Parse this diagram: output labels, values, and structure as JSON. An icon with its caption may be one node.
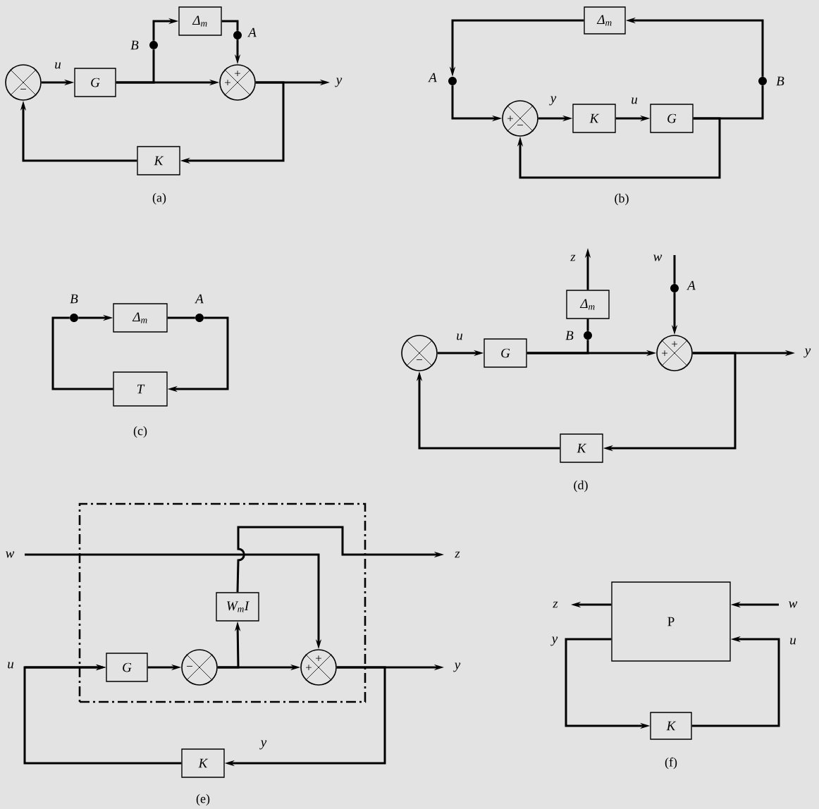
{
  "diagram": {
    "nodes": [
      {
        "text": [
          "−"
        ]
      },
      {
        "text": [
          "G"
        ]
      },
      {
        "text": [],
        "shape": "circle",
        "beside": [
          "B"
        ]
      },
      {
        "text": [
          "Δ$_{m}$"
        ]
      },
      {
        "text": [],
        "shape": "circle",
        "beside": [
          "A"
        ]
      },
      {
        "text": [
          "+",
          "+"
        ]
      },
      {
        "text": [
          "K"
        ]
      },
      {
        "text": [
          "Δ$_{m}$"
        ]
      },
      {
        "text": [],
        "shape": "circle",
        "beside": [
          "A"
        ]
      },
      {
        "text": [],
        "shape": "circle",
        "beside": [
          "B"
        ]
      },
      {
        "text": [
          "+",
          "−"
        ]
      },
      {
        "text": [
          "K"
        ]
      },
      {
        "text": [
          "G"
        ]
      },
      {
        "text": [],
        "shape": "circle",
        "beside": [
          "B"
        ]
      },
      {
        "text": [
          "Δ$_{m}$"
        ]
      },
      {
        "text": [],
        "shape": "circle",
        "beside": [
          "A"
        ]
      },
      {
        "text": [
          "T"
        ]
      },
      {
        "text": [
          "−"
        ]
      },
      {
        "text": [
          "G"
        ]
      },
      {
        "text": [
          "Δ$_{m}$"
        ]
      },
      {
        "text": [],
        "shape": "circle",
        "beside": [
          "B"
        ]
      },
      {
        "text": [],
        "shape": "circle",
        "beside": [
          "A"
        ]
      },
      {
        "text": [
          "+",
          "+"
        ]
      },
      {
        "text": [
          "K"
        ]
      },
      {
        "text": [],
        "shape": "box"
      },
      {
        "text": [
          "W$_{m}$I"
        ],
        "in": 24
      },
      {
        "text": [
          "G"
        ],
        "in": 24
      },
      {
        "text": [
          "−"
        ],
        "in": 24
      },
      {
        "text": [
          "+",
          "+"
        ],
        "in": 24
      },
      {
        "text": [
          "K"
        ]
      },
      {
        "text": [
          "P"
        ]
      },
      {
        "text": [
          "K"
        ]
      }
    ],
    "edges": [
      {
        "from": 0,
        "to": 1,
        "arrow": "to",
        "label": "u"
      },
      {
        "from": 1,
        "to": 5,
        "arrow": "to"
      },
      {
        "from": 1,
        "to": 2,
        "arrow": "none"
      },
      {
        "from": 2,
        "to": 3,
        "arrow": "to"
      },
      {
        "from": 3,
        "to": 4,
        "arrow": "none"
      },
      {
        "from": 4,
        "to": 5,
        "arrow": "to"
      },
      {
        "from": 5,
        "to": null,
        "arrow": "to",
        "label": "y"
      },
      {
        "from": 5,
        "to": 6,
        "arrow": "to"
      },
      {
        "from": 6,
        "to": 0,
        "arrow": "to"
      },
      {
        "from": 9,
        "to": 7,
        "arrow": "to"
      },
      {
        "from": 7,
        "to": 8,
        "arrow": "to"
      },
      {
        "from": 8,
        "to": 10,
        "arrow": "to"
      },
      {
        "from": 10,
        "to": 11,
        "arrow": "to",
        "label": "y"
      },
      {
        "from": 11,
        "to": 12,
        "arrow": "to",
        "label": "u"
      },
      {
        "from": 12,
        "to": 9,
        "arrow": "none"
      },
      {
        "from": 12,
        "to": 10,
        "arrow": "to"
      },
      {
        "from": 13,
        "to": 14,
        "arrow": "to"
      },
      {
        "from": 14,
        "to": 15,
        "arrow": "none"
      },
      {
        "from": 15,
        "to": 16,
        "arrow": "to"
      },
      {
        "from": 16,
        "to": 13,
        "arrow": "none"
      },
      {
        "from": 17,
        "to": 18,
        "arrow": "to",
        "label": "u"
      },
      {
        "from": 18,
        "to": 22,
        "arrow": "to"
      },
      {
        "from": 18,
        "to": 20,
        "arrow": "none"
      },
      {
        "from": 20,
        "to": 19,
        "arrow": "none"
      },
      {
        "from": 19,
        "to": null,
        "arrow": "to",
        "label": "z"
      },
      {
        "from": null,
        "to": 21,
        "arrow": "none",
        "label": "w"
      },
      {
        "from": 21,
        "to": 22,
        "arrow": "to"
      },
      {
        "from": 22,
        "to": null,
        "arrow": "to",
        "label": "y"
      },
      {
        "from": 22,
        "to": 23,
        "arrow": "to"
      },
      {
        "from": 23,
        "to": 17,
        "arrow": "to"
      },
      {
        "from": null,
        "to": 26,
        "arrow": "to",
        "label": "u"
      },
      {
        "from": 29,
        "to": 26,
        "arrow": "to"
      },
      {
        "from": null,
        "to": 28,
        "arrow": "to",
        "label": "w"
      },
      {
        "from": 26,
        "to": 27,
        "arrow": "to"
      },
      {
        "from": 27,
        "to": 25,
        "arrow": "to"
      },
      {
        "from": 27,
        "to": 28,
        "arrow": "to"
      },
      {
        "from": 25,
        "to": null,
        "arrow": "to",
        "label": "z"
      },
      {
        "from": 28,
        "to": null,
        "arrow": "to",
        "label": "y"
      },
      {
        "from": 28,
        "to": 29,
        "arrow": "to",
        "label": "y"
      },
      {
        "from": 30,
        "to": null,
        "arrow": "to",
        "label": "z"
      },
      {
        "from": null,
        "to": 30,
        "arrow": "to",
        "label": "w"
      },
      {
        "from": 30,
        "to": 31,
        "arrow": "to",
        "label": "y"
      },
      {
        "from": 31,
        "to": 30,
        "arrow": "to",
        "label": "u"
      }
    ],
    "labels": [
      "(a)",
      "(b)",
      "(c)",
      "(d)",
      "(e)",
      "(f)"
    ]
  }
}
